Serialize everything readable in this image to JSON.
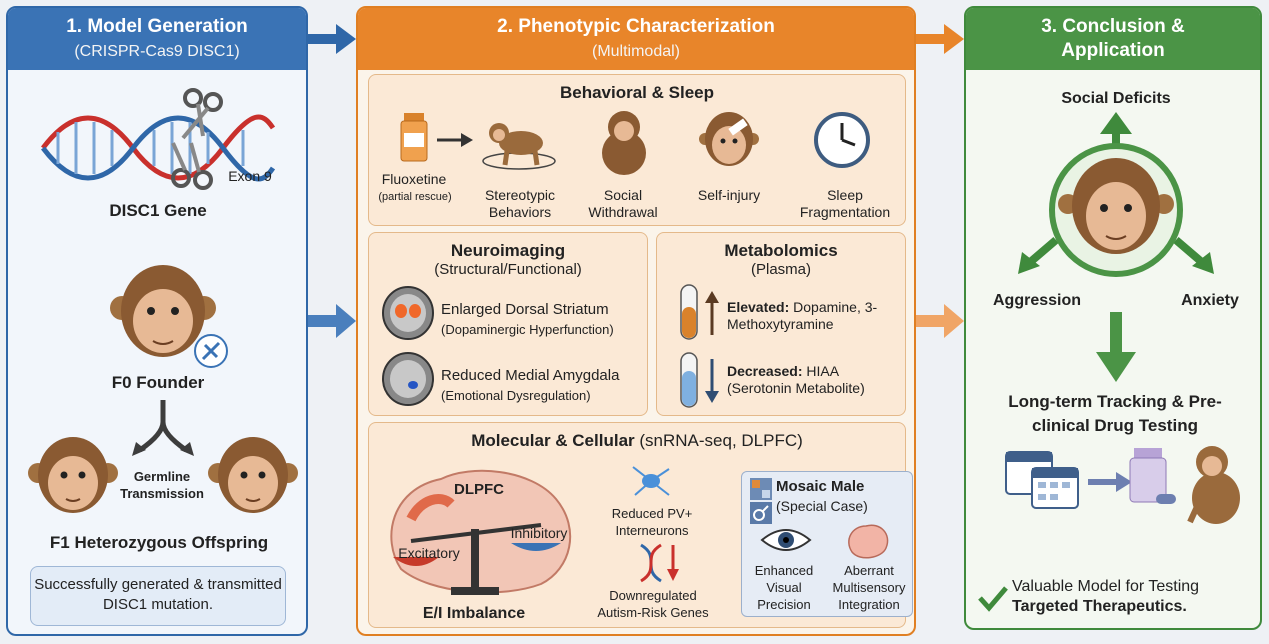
{
  "panel1": {
    "title": "1. Model Generation",
    "subtitle": "(CRISPR-Cas9 DISC1)",
    "exon_label": "Exon 9",
    "gene_label": "DISC1 Gene",
    "founder_label": "F0 Founder",
    "transmission_label": "Germline Transmission",
    "offspring_label": "F1 Heterozygous Offspring",
    "summary_note": "Successfully generated & transmitted DISC1 mutation."
  },
  "panel2": {
    "title": "2. Phenotypic Characterization",
    "subtitle": "(Multimodal)",
    "behavior": {
      "title": "Behavioral & Sleep",
      "fluoxetine": "Fluoxetine",
      "fluoxetine_note": "(partial rescue)",
      "items": [
        "Stereotypic Behaviors",
        "Social Withdrawal",
        "Self-injury",
        "Sleep Fragmentation"
      ]
    },
    "neuroimaging": {
      "title": "Neuroimaging",
      "subtitle": "(Structural/Functional)",
      "finding1": "Enlarged Dorsal Striatum",
      "finding1_note": "(Dopaminergic Hyperfunction)",
      "finding2": "Reduced Medial Amygdala",
      "finding2_note": "(Emotional Dysregulation)"
    },
    "metabolomics": {
      "title": "Metabolomics",
      "subtitle": "(Plasma)",
      "up_label": "Elevated:",
      "up_text": "Dopamine, 3-Methoxytyramine",
      "down_label": "Decreased:",
      "down_text": "HIAA (Serotonin Metabolite)"
    },
    "molecular": {
      "title": "Molecular & Cellular",
      "title_note": "(snRNA-seq, DLPFC)",
      "dlpfc": "DLPFC",
      "excitatory": "Excitatory",
      "inhibitory": "Inhibitory",
      "imbalance": "E/I Imbalance",
      "interneurons": "Reduced PV+ Interneurons",
      "genes": "Downregulated Autism-Risk Genes",
      "mosaic_title": "Mosaic Male",
      "mosaic_note": "(Special Case)",
      "visual": "Enhanced Visual Precision",
      "multisensory": "Aberrant Multisensory Integration"
    }
  },
  "panel3": {
    "title": "3. Conclusion & Application",
    "social": "Social Deficits",
    "aggression": "Aggression",
    "anxiety": "Anxiety",
    "tracking": "Long-term Tracking & Pre-clinical Drug Testing",
    "conclusion_a": "Valuable Model for Testing",
    "conclusion_b": "Targeted Therapeutics."
  },
  "colors": {
    "blue": "#3a73b5",
    "orange": "#e8852a",
    "green": "#4b9446",
    "box_fill": "#fbe9d6"
  }
}
